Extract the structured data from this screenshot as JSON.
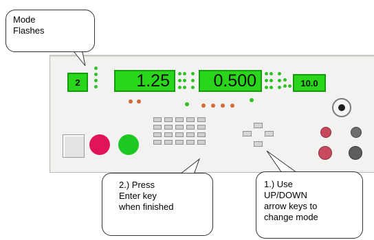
{
  "display": {
    "mode_value": "2",
    "voltage": "1.25",
    "current": "0.500",
    "aux_value": "10.0"
  },
  "callouts": {
    "mode_flashes": [
      "Mode",
      "Flashes"
    ],
    "press_enter": [
      "2.) Press",
      "Enter key",
      "when finished"
    ],
    "use_arrows": [
      "1.) Use",
      "UP/DOWN",
      "arrow keys to",
      "change mode"
    ]
  },
  "colors": {
    "lcd_green": "#29d61c",
    "indicator_led": "#d2693a",
    "power_button": "#e0145a",
    "enable_button": "#1ec823"
  }
}
